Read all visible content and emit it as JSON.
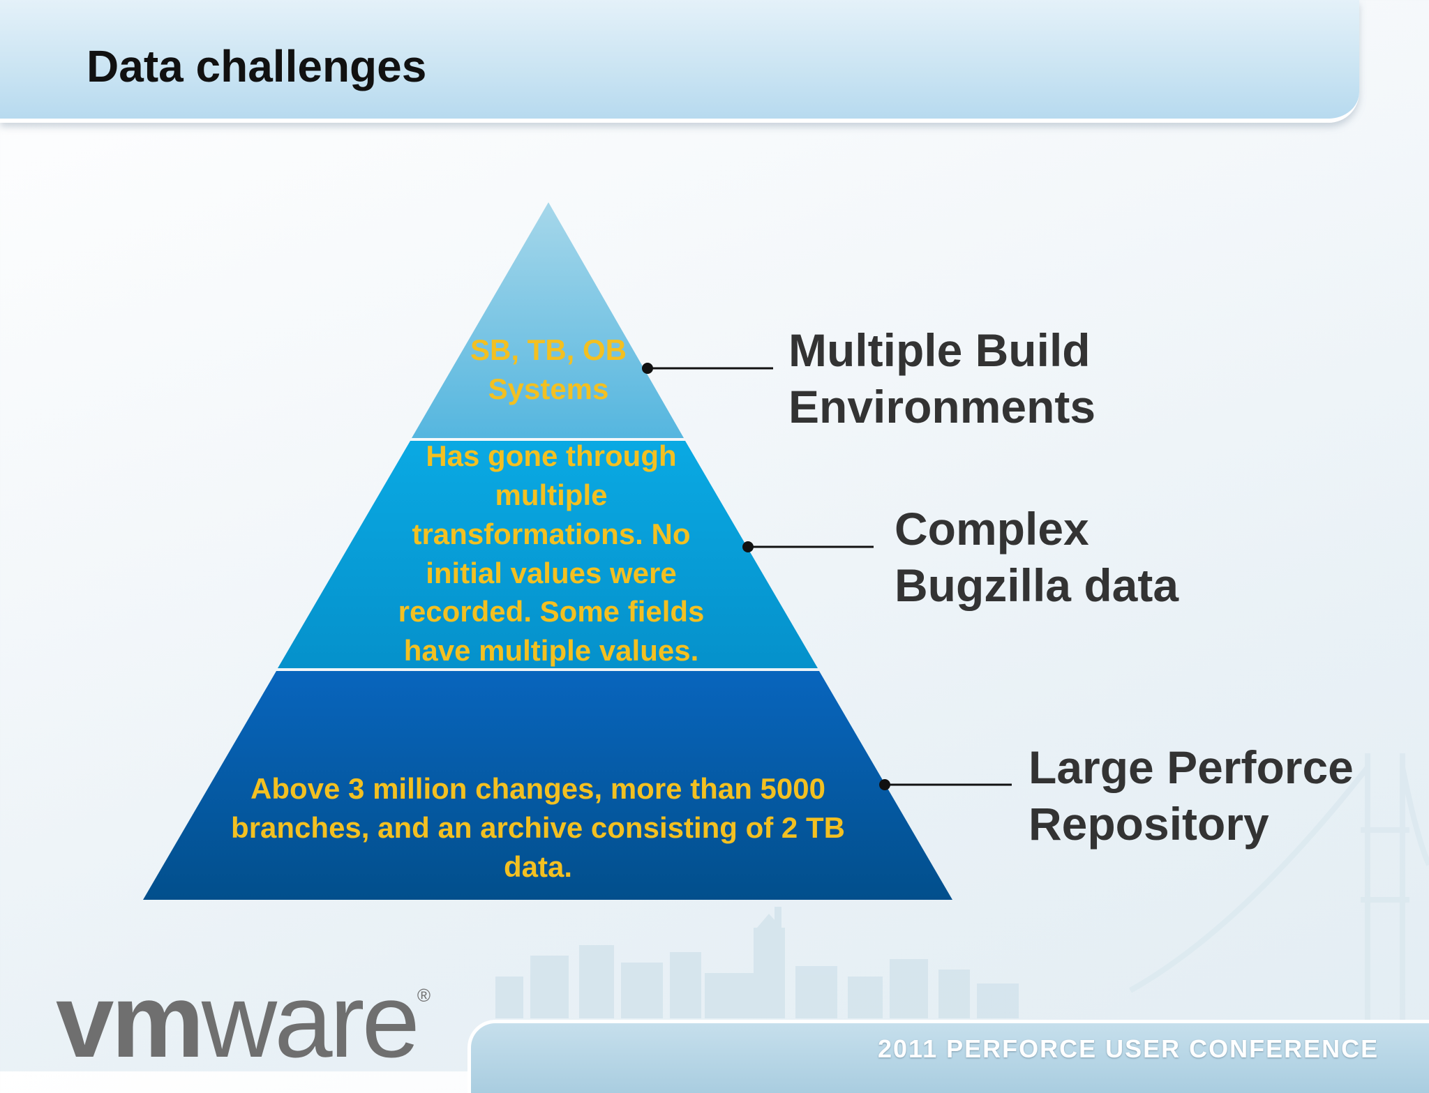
{
  "slide": {
    "title": "Data challenges"
  },
  "pyramid": {
    "tiers": [
      {
        "text": "SB, TB, OB Systems",
        "color_top": "#a6d7ea",
        "color_bottom": "#55b6df"
      },
      {
        "text": "Has gone through multiple transformations. No initial values were recorded. Some fields have multiple values.",
        "color_top": "#0aa9e3",
        "color_bottom": "#0591cb"
      },
      {
        "text": "Above 3 million changes, more than 5000 branches, and an archive consisting of 2 TB data.",
        "color_top": "#0865bd",
        "color_bottom": "#024f8c"
      }
    ],
    "text_color": "#f3c021"
  },
  "callouts": [
    {
      "line1": "Multiple Build",
      "line2": "Environments"
    },
    {
      "line1": "Complex",
      "line2": "Bugzilla data"
    },
    {
      "line1": "Large Perforce",
      "line2": "Repository"
    }
  ],
  "branding": {
    "logo_bold": "vm",
    "logo_light": "ware",
    "logo_reg": "®",
    "conference": "2011 PERFORCE USER CONFERENCE",
    "logo_color": "#6f6f6f"
  }
}
